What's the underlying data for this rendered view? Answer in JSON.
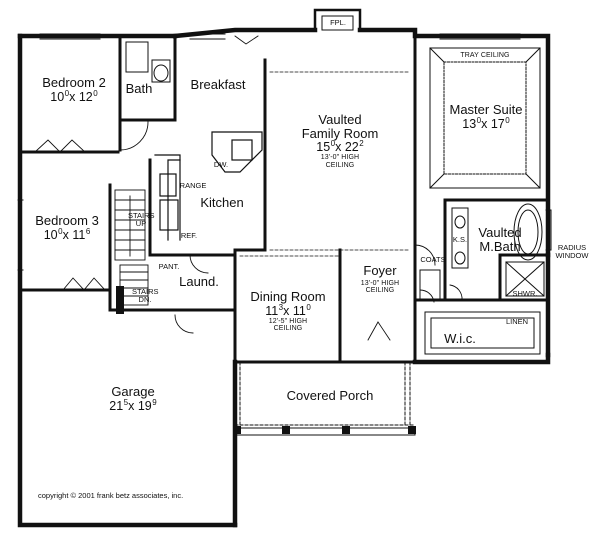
{
  "rooms": {
    "bedroom2": {
      "name": "Bedroom 2",
      "w": "10",
      "wi": "0",
      "d": "12",
      "di": "0"
    },
    "bath": {
      "name": "Bath"
    },
    "breakfast": {
      "name": "Breakfast"
    },
    "family": {
      "name1": "Vaulted",
      "name2": "Family Room",
      "w": "15",
      "wi": "0",
      "d": "22",
      "di": "2",
      "ceiling1": "13'-0\" HIGH",
      "ceiling2": "CEILING"
    },
    "master": {
      "name": "Master Suite",
      "w": "13",
      "wi": "0",
      "d": "17",
      "di": "0",
      "tray": "TRAY CEILING"
    },
    "bedroom3": {
      "name": "Bedroom 3",
      "w": "10",
      "wi": "0",
      "d": "11",
      "di": "6"
    },
    "kitchen": {
      "name": "Kitchen"
    },
    "mbath": {
      "name1": "Vaulted",
      "name2": "M.Bath"
    },
    "dining": {
      "name": "Dining Room",
      "w": "11",
      "wi": "3",
      "d": "11",
      "di": "0",
      "ceiling1": "12'-5\" HIGH",
      "ceiling2": "CEILING"
    },
    "foyer": {
      "name": "Foyer",
      "ceiling1": "13'-0\" HIGH",
      "ceiling2": "CEILING"
    },
    "laundry": {
      "name": "Laund."
    },
    "wic": {
      "name": "W.i.c."
    },
    "garage": {
      "name": "Garage",
      "w": "21",
      "wi": "5",
      "d": "19",
      "di": "9"
    },
    "porch": {
      "name": "Covered Porch"
    }
  },
  "labels": {
    "fireplace": "FPL.",
    "dishwasher": "DW.",
    "range": "RANGE",
    "refrigerator": "REF.",
    "pantry": "PANT.",
    "stairs_up1": "STAIRS",
    "stairs_up2": "UP",
    "stairs_dn1": "STAIRS",
    "stairs_dn2": "DN.",
    "coats": "COATS",
    "ks": "K.S.",
    "shower": "SHWR.",
    "linen": "LINEN",
    "radius_window1": "RADIUS",
    "radius_window2": "WINDOW"
  },
  "copyright": "copyright © 2001 frank betz associates, inc."
}
